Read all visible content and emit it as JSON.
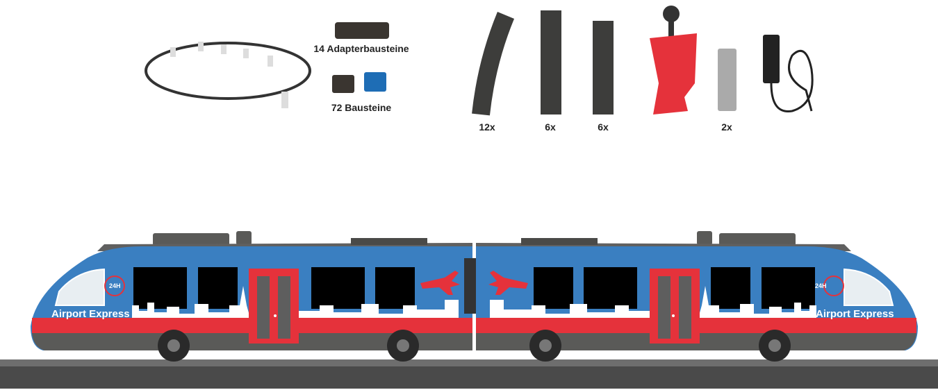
{
  "contents": {
    "adapter_label": "14 Adapterbausteine",
    "bricks_label": "72 Bausteine",
    "curved_track_qty": "12x",
    "straight_track_qty_1": "6x",
    "straight_track_qty_2": "6x",
    "battery_qty": "2x"
  },
  "train": {
    "car1": {
      "name": "Airport Express",
      "badge": "24H"
    },
    "car2": {
      "name": "Airport Express",
      "badge": "24H"
    }
  },
  "colors": {
    "body_blue": "#3a7fc1",
    "accent_red": "#e5323b",
    "gray": "#5a5a58"
  }
}
